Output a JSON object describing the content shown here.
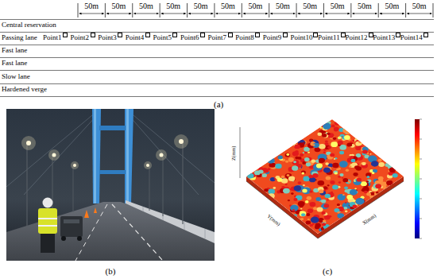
{
  "diagram": {
    "labels": [
      "50m",
      "50m",
      "50m",
      "50m",
      "50m",
      "50m",
      "50m",
      "50m",
      "50m",
      "50m",
      "50m",
      "50m",
      "50m",
      "Point1",
      "Point2",
      "Point3",
      "Point4",
      "Point5",
      "Point6",
      "Point7",
      "Point8",
      "Point9",
      "Point10",
      "Point11",
      "Point12",
      "Point13",
      "Point14",
      "Central reservation",
      "Passing lane",
      "Fast lane",
      "Fast lane",
      "Slow lane",
      "Hardened verge",
      "(a)",
      "(b)",
      "(c)",
      "Z(mm)",
      "Y(mm)",
      "X(mm)"
    ]
  }
}
